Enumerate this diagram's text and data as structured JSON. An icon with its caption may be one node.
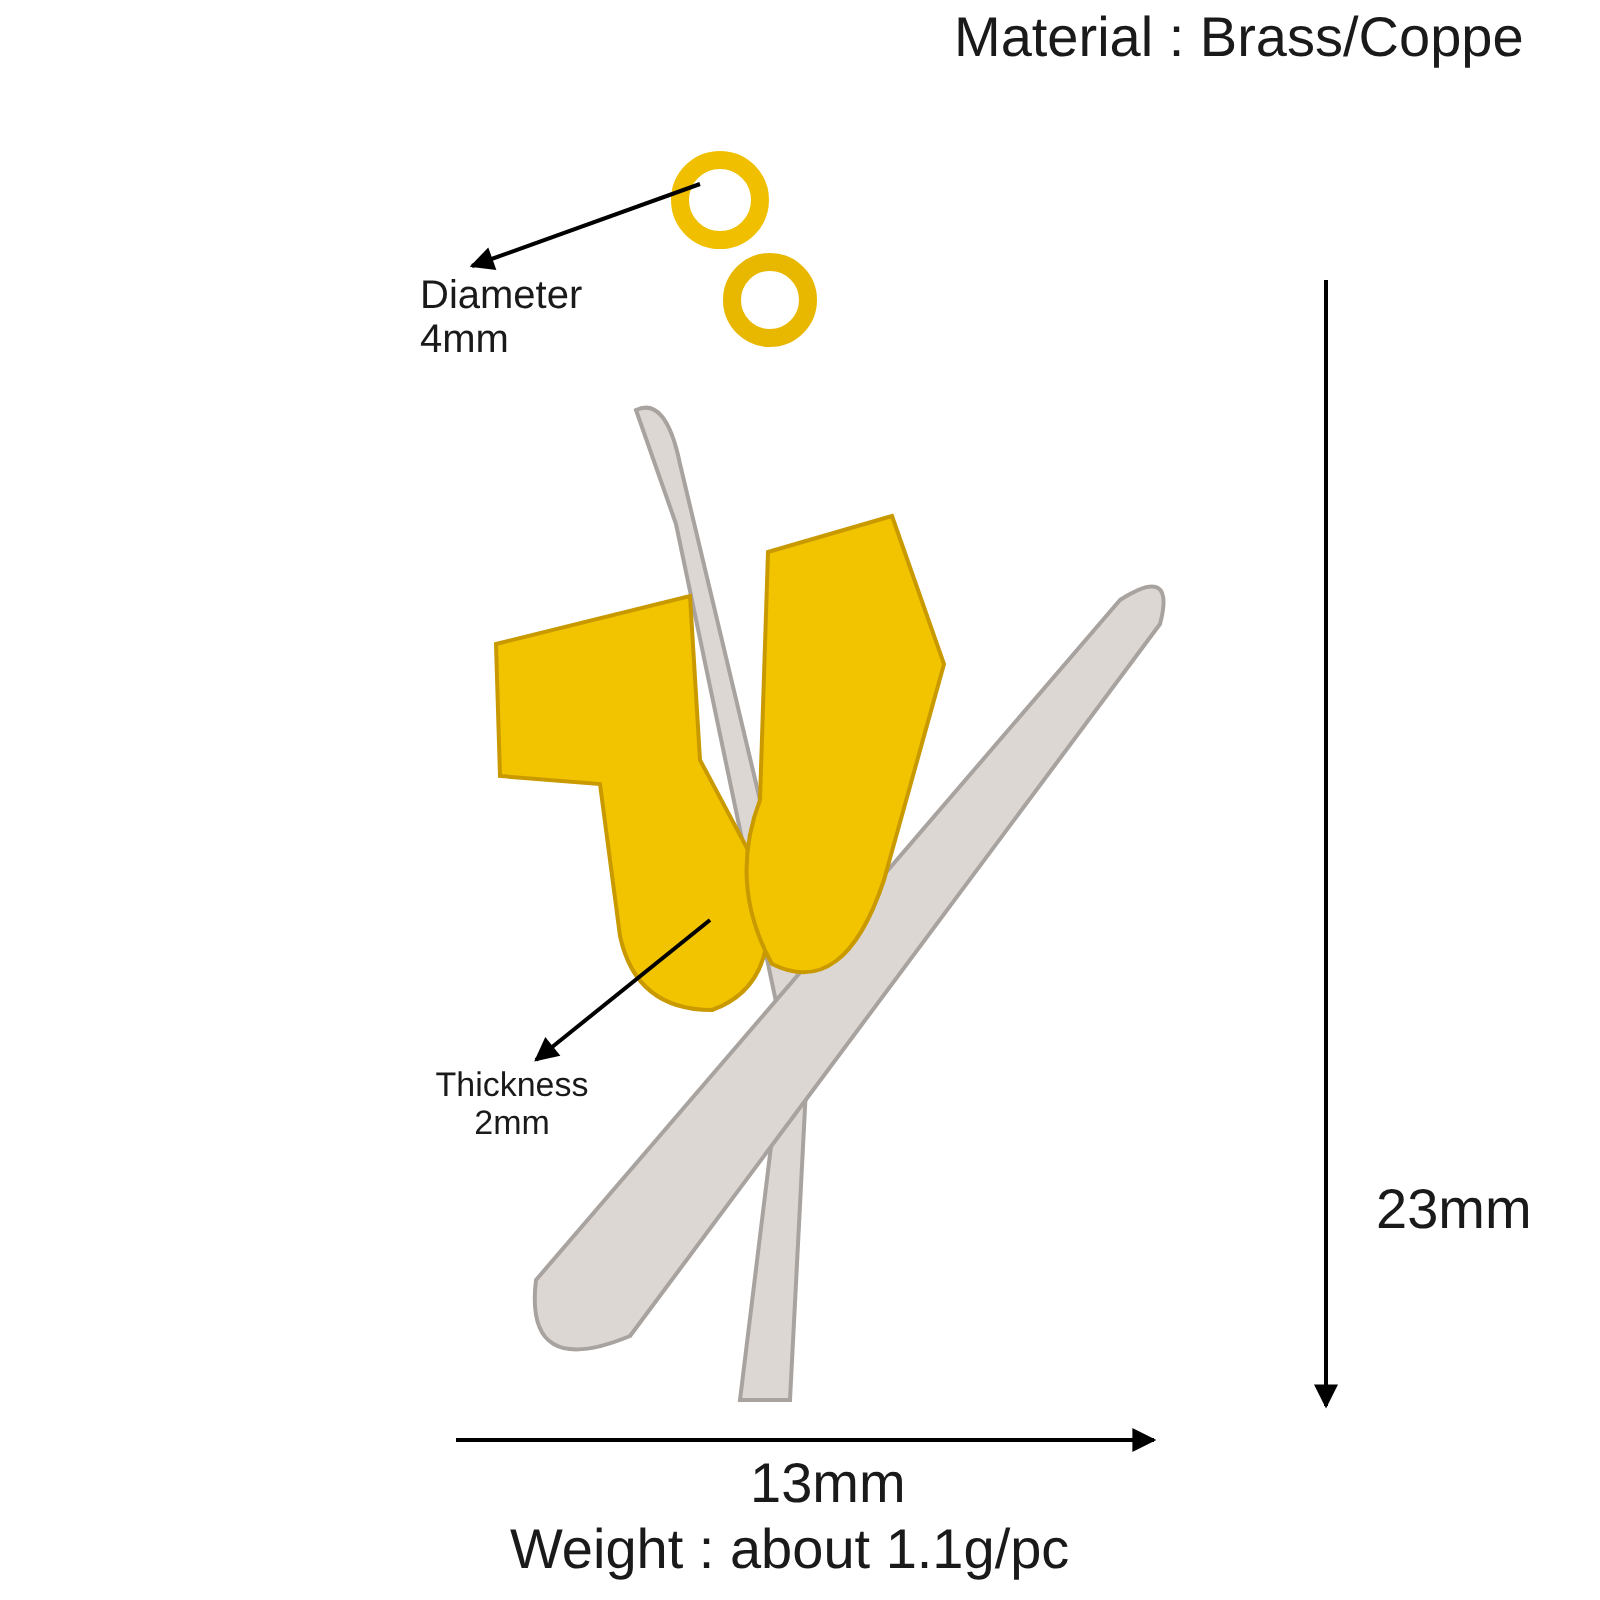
{
  "diagram": {
    "nodes": [
      {
        "text": [
          "Diameter 4mm"
        ]
      },
      {
        "text": [
          "Thickness 2mm"
        ]
      },
      {
        "text": [],
        "shape": "picture"
      },
      {
        "text": [],
        "shape": "picture"
      }
    ],
    "edges": [
      {
        "from": 2,
        "to": 0,
        "arrow": "to"
      },
      {
        "from": 3,
        "to": 1,
        "arrow": "to"
      }
    ],
    "labels": [
      "Material : Brass/Coppe",
      "23mm",
      "13mm",
      "Weight : about 1.1g/pc"
    ]
  }
}
